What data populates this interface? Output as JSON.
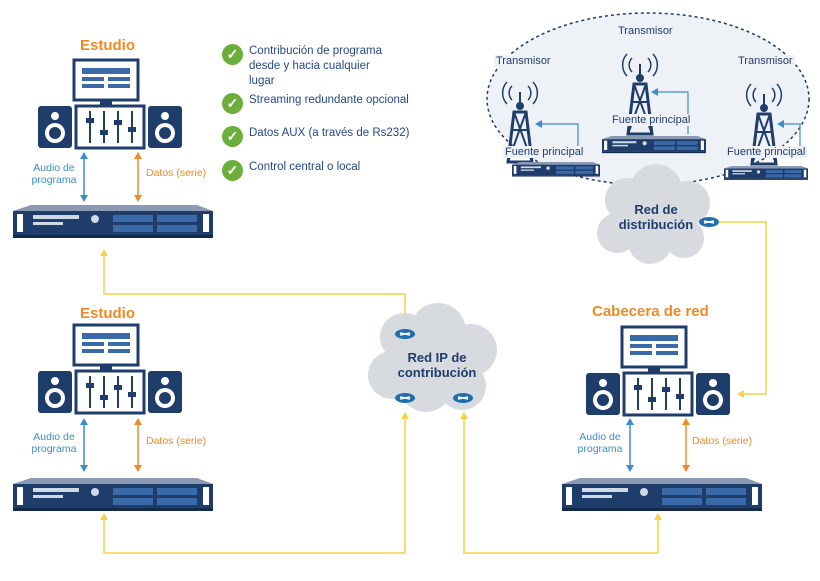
{
  "colors": {
    "title_orange": "#f08a24",
    "text_blue": "#27488a",
    "audio_blue": "#3b8fc8",
    "network_yellow": "#f5d247",
    "check_green": "#6cae3c",
    "device_navy": "#1f3d6b",
    "cloud_grey": "#d7dbe0"
  },
  "studio_top": {
    "title": "Estudio",
    "audio_label": "Audio de programa",
    "data_label": "Datos (serie)"
  },
  "studio_bottom": {
    "title": "Estudio",
    "audio_label": "Audio de programa",
    "data_label": "Datos (serie)"
  },
  "headend": {
    "title": "Cabecera de red",
    "audio_label": "Audio de programa",
    "data_label": "Datos (serie)"
  },
  "features": [
    {
      "text": "Contribución de programa desde y hacia cualquier lugar"
    },
    {
      "text": "Streaming redundante opcional"
    },
    {
      "text": "Datos AUX (a través de Rs232)"
    },
    {
      "text": "Control central o local"
    }
  ],
  "contribution_cloud": {
    "label": "Red IP de contribución"
  },
  "distribution_cloud": {
    "label": "Red de distribución"
  },
  "transmitters": {
    "left": {
      "label": "Transmisor",
      "source": "Fuente principal"
    },
    "center": {
      "label": "Transmisor",
      "source": "Fuente principal"
    },
    "right": {
      "label": "Transmisor",
      "source": "Fuente principal"
    }
  },
  "icons": [
    "check-icon",
    "monitor-icon",
    "speaker-icon",
    "mixer-icon",
    "codec-unit-icon",
    "router-icon",
    "cloud-icon",
    "transmitter-tower-icon"
  ]
}
